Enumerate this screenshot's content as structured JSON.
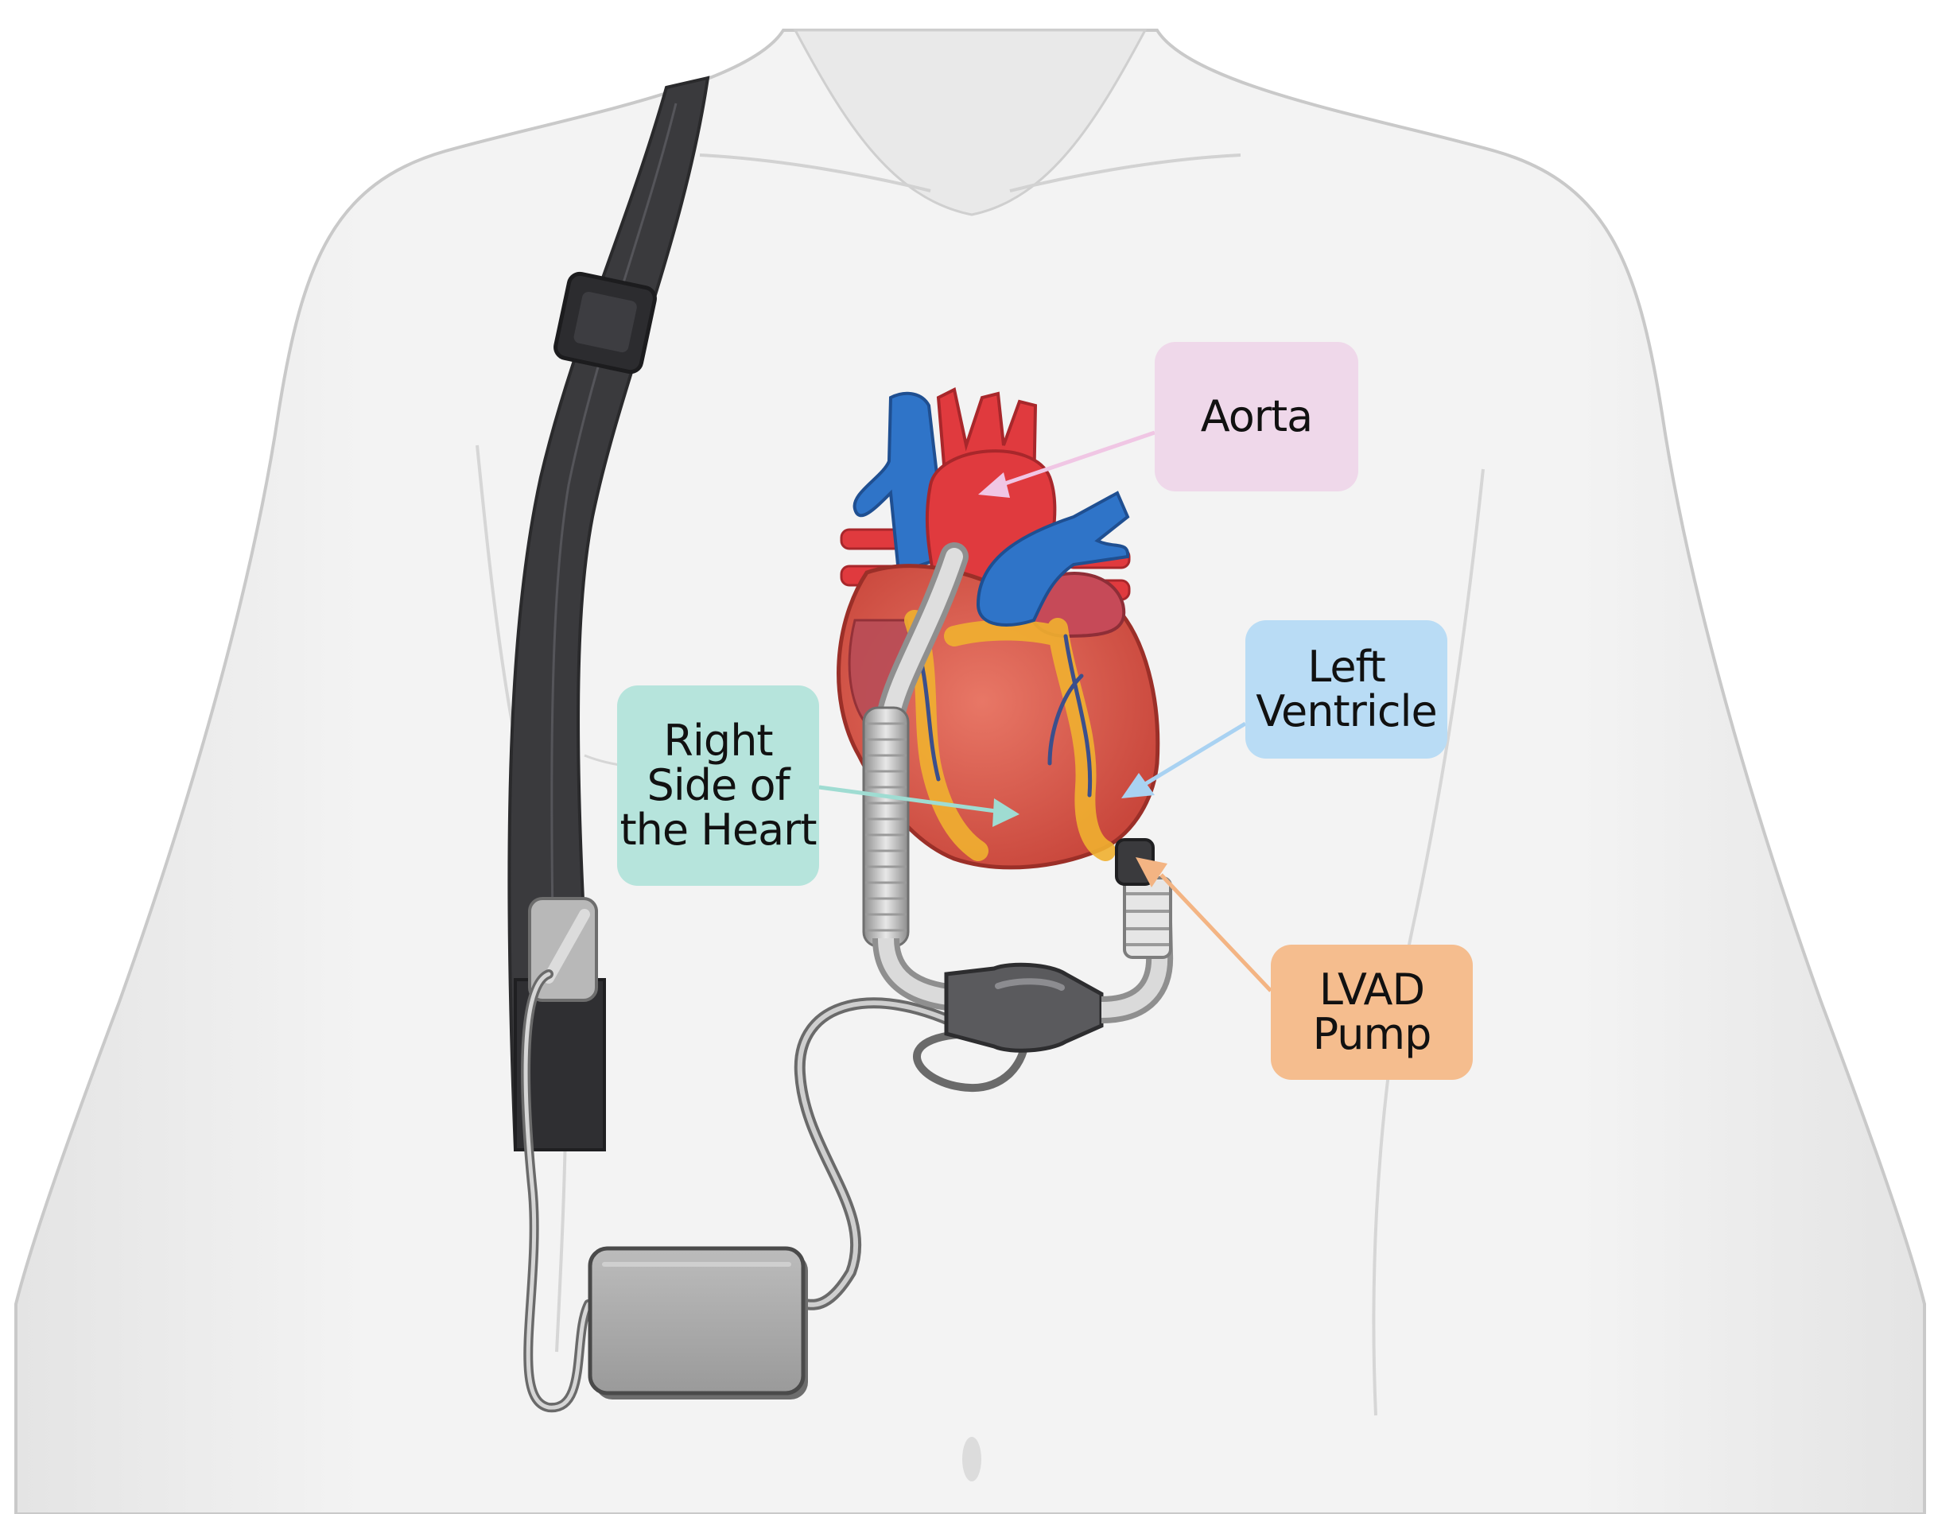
{
  "colors": {
    "background": "#ffffff",
    "torso_fill": "#f2f2f2",
    "torso_outline": "#cfcfcf",
    "strap": "#3a3a3d",
    "controller": "#a9a9a9",
    "heart_muscle": "#d9584a",
    "artery_red": "#e03a3e",
    "vein_blue": "#2f74c8",
    "coronary_yellow": "#f0b030"
  },
  "labels": {
    "aorta": {
      "lines": [
        "Aorta"
      ],
      "color": "#efd8ea",
      "arrow_color": "#f0c6e4"
    },
    "right_side_heart": {
      "lines": [
        "Right",
        "Side of",
        "the Heart"
      ],
      "color": "#b6e4dc",
      "arrow_color": "#9fdcd2"
    },
    "left_ventricle": {
      "lines": [
        "Left",
        "Ventricle"
      ],
      "color": "#b9dcf5",
      "arrow_color": "#a9d2f2"
    },
    "lvad_pump": {
      "lines": [
        "LVAD",
        "Pump"
      ],
      "color": "#f5bd8e",
      "arrow_color": "#f3b483"
    }
  },
  "icons": {
    "heart": "anatomical-heart-icon",
    "pump": "lvad-pump-icon",
    "controller": "lvad-controller-icon",
    "strap": "shoulder-strap-icon"
  }
}
